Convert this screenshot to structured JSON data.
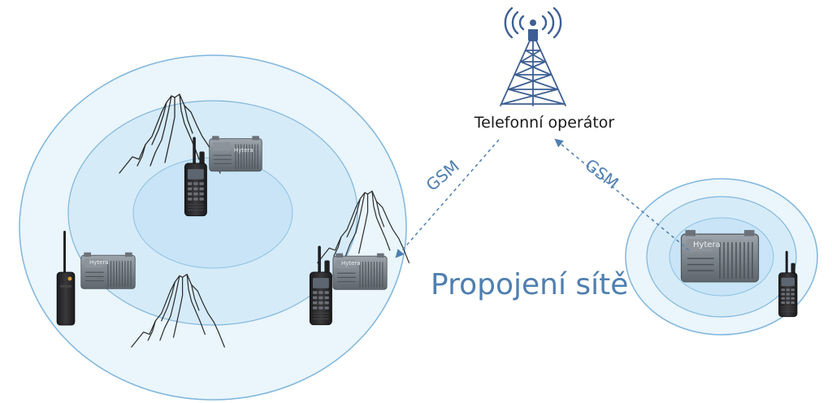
{
  "operator_label": "Telefonní operátor",
  "gsm_left": "GSM",
  "gsm_right": "GSM",
  "network_label": "Propojení sítě",
  "repeater_brand": "Hytera",
  "colors": {
    "ring_stroke": "#7fb6dd",
    "ring_fill_outer": "#eaf5fc",
    "ring_fill_mid": "#d6ebf8",
    "ring_fill_inner": "#c8e4f6",
    "accent_text": "#4f7fb0",
    "tower": "#3d5f93",
    "link_arrow": "#4f7fb0"
  },
  "icons": [
    "radio-tower-icon",
    "repeater-icon",
    "handheld-radio-icon",
    "mountain-icon",
    "signal-waves-icon"
  ]
}
